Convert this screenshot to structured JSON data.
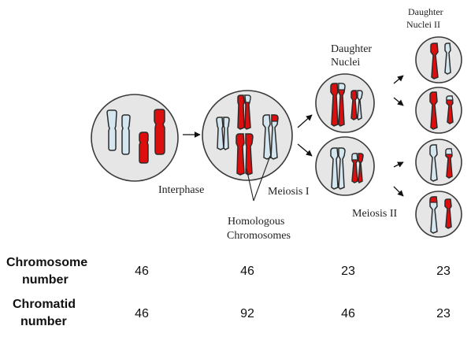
{
  "labels": {
    "interphase": "Interphase",
    "meiosis_1": "Meiosis I",
    "meiosis_2": "Meiosis II",
    "homologous_line1": "Homologous",
    "homologous_line2": "Chromosomes",
    "daughter_nuclei_line1": "Daughter",
    "daughter_nuclei_line2": "Nuclei",
    "daughter_nuclei_2_line1": "Daughter",
    "daughter_nuclei_2_line2": "Nuclei II"
  },
  "table": {
    "rows": [
      {
        "label_line1": "Chromosome",
        "label_line2": "number",
        "values": [
          "46",
          "46",
          "23",
          "23"
        ]
      },
      {
        "label_line1": "Chromatid",
        "label_line2": "number",
        "values": [
          "46",
          "92",
          "46",
          "23"
        ]
      }
    ]
  },
  "colors": {
    "maternal": "#dd0e0e",
    "paternal": "#d4e7f0",
    "nucleus": "#e6e6e6"
  }
}
